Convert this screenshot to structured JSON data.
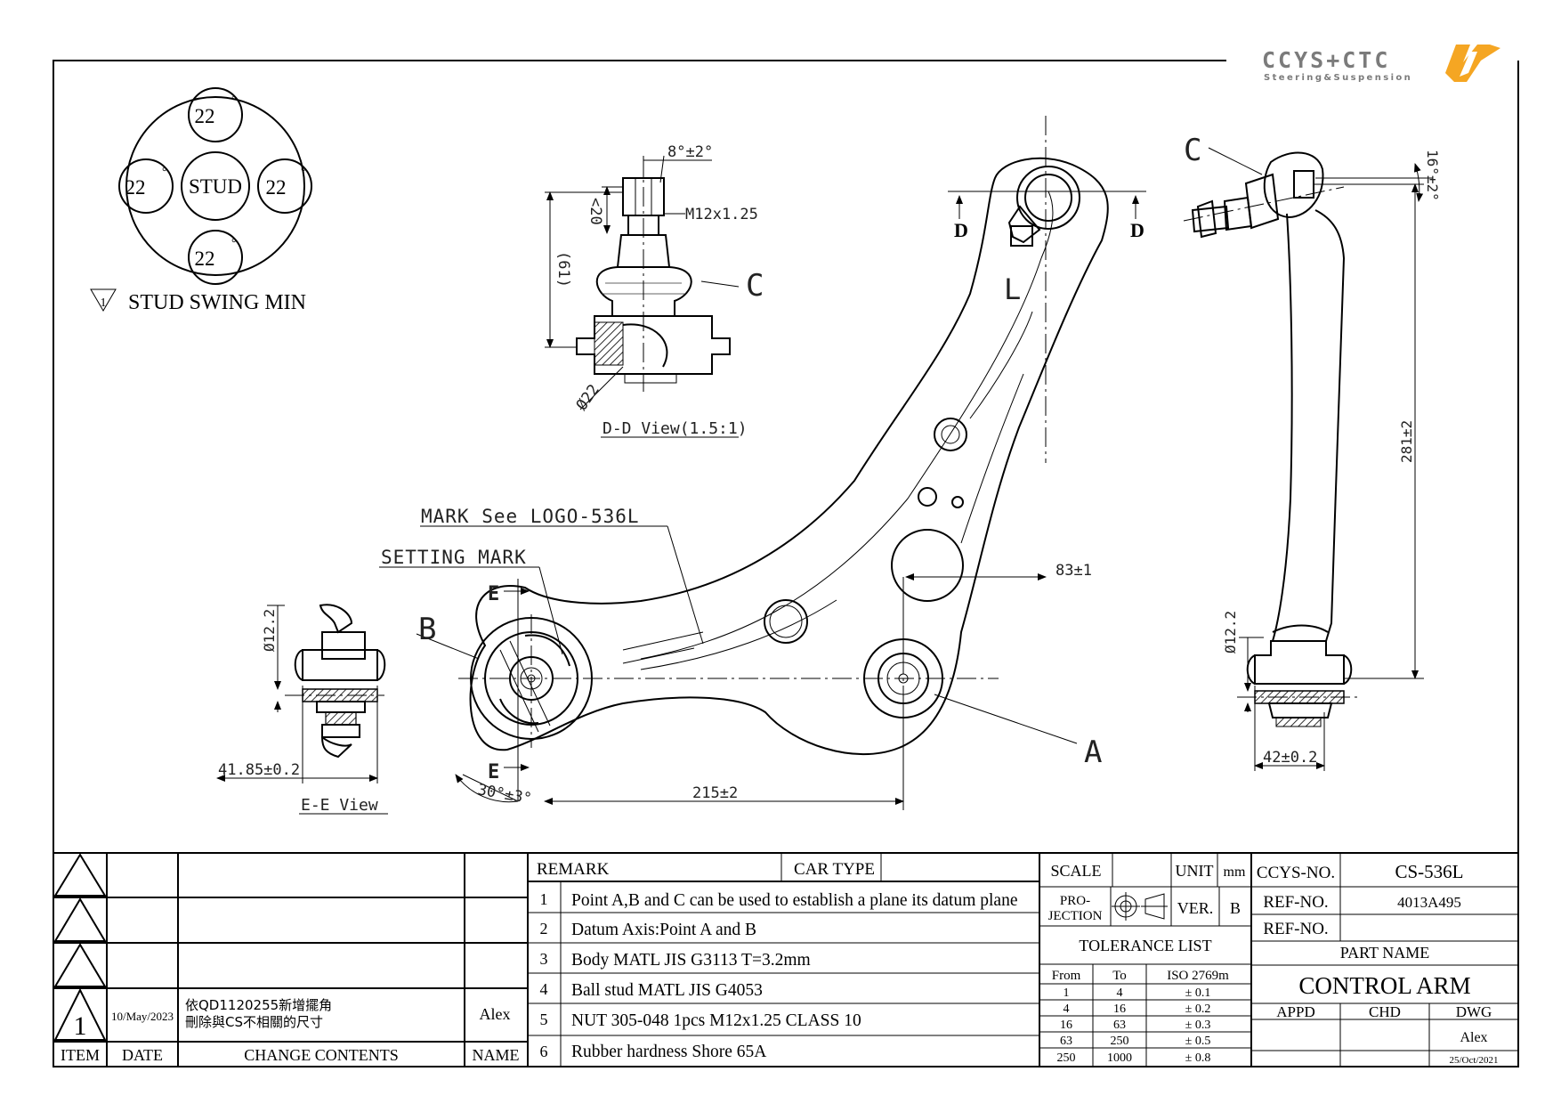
{
  "logo": {
    "brand": "CCYS+CTC",
    "tagline": "Steering&Suspension",
    "accent": "#f5a623",
    "gray": "#7b7b7b"
  },
  "stud_swing": {
    "center": "STUD",
    "top": "22",
    "left": "22",
    "right": "22",
    "bottom": "22",
    "degree_mark": "°",
    "label": "STUD SWING MIN",
    "warning_num": "1"
  },
  "dd_view": {
    "title": "D-D View(1.5:1)",
    "angle": "8°±2°",
    "thread": "M12x1.25",
    "dim_20": "<20",
    "dim_61": "(61)",
    "dia": "Ø22",
    "point_c": "C"
  },
  "main_view": {
    "mark_logo": "MARK See LOGO-536L",
    "setting_mark": "SETTING MARK",
    "section_e": "E",
    "section_d": "D",
    "point_b": "B",
    "point_a": "A",
    "point_l": "L",
    "dim_83": "83±1",
    "dim_215": "215±2",
    "dim_30": "30°±3°"
  },
  "ee_view": {
    "title": "E-E View",
    "dia": "Ø12.2",
    "dim": "41.85±0.2"
  },
  "side_view": {
    "point_c": "C",
    "angle": "16°±2°",
    "length": "281±2",
    "dia": "Ø12.2",
    "width": "42±0.2"
  },
  "revisions": {
    "rows": [
      {
        "item": "",
        "date": "",
        "changes": [],
        "name": ""
      },
      {
        "item": "",
        "date": "",
        "changes": [],
        "name": ""
      },
      {
        "item": "",
        "date": "",
        "changes": [],
        "name": ""
      },
      {
        "item": "1",
        "date": "10/May/2023",
        "changes": [
          "依QD1120255新增擺角",
          "刪除與CS不相關的尺寸"
        ],
        "name": "Alex"
      }
    ],
    "headers": {
      "item": "ITEM",
      "date": "DATE",
      "changes": "CHANGE CONTENTS",
      "name": "NAME"
    }
  },
  "remarks": {
    "header": "REMARK",
    "car_type_label": "CAR TYPE",
    "car_type": "",
    "items": [
      {
        "num": "1",
        "text": "Point A,B and C can be used to establish a plane its datum plane"
      },
      {
        "num": "2",
        "text": "Datum Axis:Point A and B"
      },
      {
        "num": "3",
        "text": "Body MATL JIS G3113  T=3.2mm"
      },
      {
        "num": "4",
        "text": "Ball stud MATL JIS G4053"
      },
      {
        "num": "5",
        "text": "NUT 305-048 1pcs M12x1.25 CLASS 10"
      },
      {
        "num": "6",
        "text": "Rubber hardness Shore 65A"
      }
    ]
  },
  "title_block": {
    "scale_label": "SCALE",
    "scale_value": "",
    "unit_label": "UNIT",
    "unit_value": "mm",
    "projection_label": [
      "PRO-",
      "JECTION"
    ],
    "ver_label": "VER.",
    "ver_value": "B",
    "ccys_no_label": "CCYS-NO.",
    "ccys_no": "CS-536L",
    "ref_no_label": "REF-NO.",
    "ref_no": "4013A495",
    "ref_no2_label": "REF-NO.",
    "ref_no2": "",
    "part_name_label": "PART NAME",
    "part_name": "CONTROL ARM",
    "tolerance_title": "TOLERANCE LIST",
    "tolerance_headers": {
      "from": "From",
      "to": "To",
      "std": "ISO 2769m"
    },
    "tolerance_rows": [
      {
        "from": "1",
        "to": "4",
        "tol": "± 0.1"
      },
      {
        "from": "4",
        "to": "16",
        "tol": "± 0.2"
      },
      {
        "from": "16",
        "to": "63",
        "tol": "± 0.3"
      },
      {
        "from": "63",
        "to": "250",
        "tol": "± 0.5"
      },
      {
        "from": "250",
        "to": "1000",
        "tol": "± 0.8"
      }
    ],
    "appd_label": "APPD",
    "chd_label": "CHD",
    "dwg_label": "DWG",
    "appd": "",
    "chd": "",
    "dwg": "Alex",
    "dwg_date": "25/Oct/2021"
  }
}
